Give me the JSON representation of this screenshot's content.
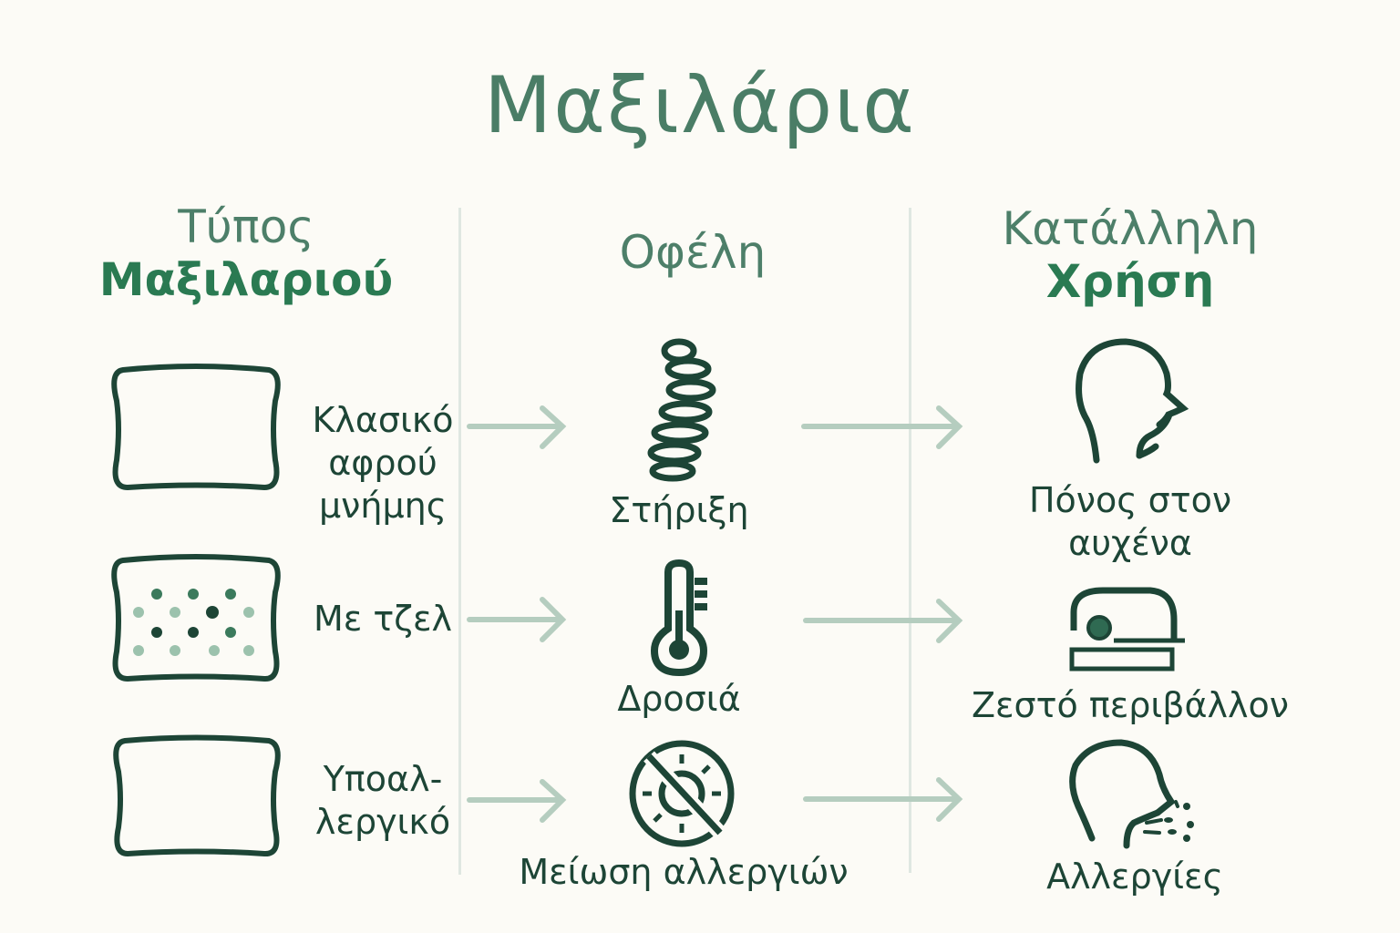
{
  "title": "Μαξιλάρια",
  "columns": {
    "type": {
      "line1": "Τύπος",
      "line2": "Μαξιλαριού"
    },
    "benefits": {
      "label": "Οφέλη"
    },
    "usage": {
      "line1": "Κατάλληλη",
      "line2": "Χρήση"
    }
  },
  "rows": [
    {
      "type_line1": "Κλασικό",
      "type_line2": "αφρού",
      "type_line3": "μνήμης",
      "pillow_icon": "plain-pillow-icon",
      "benefit": "Στήριξη",
      "benefit_icon": "spine-icon",
      "usage_line1": "Πόνος στον",
      "usage_line2": "αυχένα",
      "usage_icon": "head-profile-icon"
    },
    {
      "type_line1": "Με τζελ",
      "pillow_icon": "gel-pillow-icon",
      "benefit": "Δροσιά",
      "benefit_icon": "thermometer-icon",
      "usage_line1": "Ζεστό περιβάλλον",
      "usage_icon": "sleeping-pod-icon"
    },
    {
      "type_line1": "Υποαλ-",
      "type_line2": "λεργικό",
      "pillow_icon": "plain-pillow-icon",
      "benefit": "Μείωση αλλεργιών",
      "benefit_icon": "no-allergen-icon",
      "usage_line1": "Αλλεργίες",
      "usage_icon": "sneezing-head-icon"
    }
  ],
  "colors": {
    "title": "#4a7d66",
    "accent": "#2a7a52",
    "ink": "#1d4536",
    "arrow": "#b5cdbf",
    "divider": "#dfe7e1",
    "background": "#fcfbf6"
  }
}
